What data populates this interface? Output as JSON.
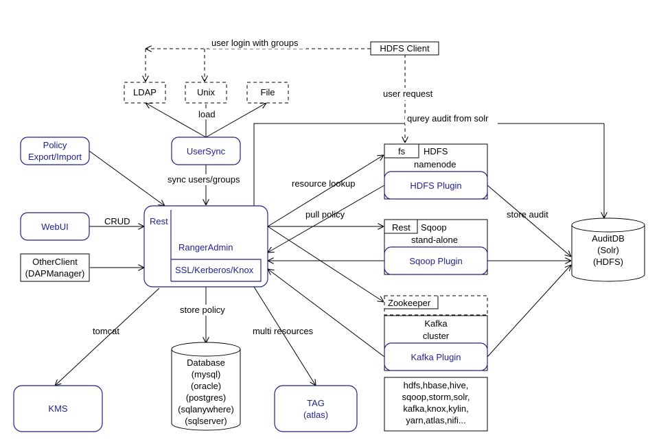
{
  "nodes": {
    "ldap": "LDAP",
    "unix": "Unix",
    "file": "File",
    "hdfs_client": "HDFS Client",
    "usersync": "UserSync",
    "policy_export_line1": "Policy",
    "policy_export_line2": "Export/Import",
    "webui": "WebUI",
    "otherclient_line1": "OtherClient",
    "otherclient_line2": "(DAPManager)",
    "ranger_rest": "Rest",
    "ranger_admin": "RangerAdmin",
    "ranger_security": "SSL/Kerberos/Knox",
    "kms": "KMS",
    "database_lines": [
      "Database",
      "(mysql)",
      "(oracle)",
      "(postgres)",
      "(sqlanywhere)",
      "(sqlserver)"
    ],
    "tag_line1": "TAG",
    "tag_line2": "(atlas)",
    "hdfs_fs": "fs",
    "hdfs_title": "HDFS",
    "hdfs_sub": "namenode",
    "hdfs_plugin": "HDFS Plugin",
    "sqoop_rest": "Rest",
    "sqoop_title": "Sqoop",
    "sqoop_sub": "stand-alone",
    "sqoop_plugin": "Sqoop Plugin",
    "zookeeper": "Zookeeper",
    "kafka_title": "Kafka",
    "kafka_sub": "cluster",
    "kafka_plugin": "Kafka Plugin",
    "services_lines": [
      "hdfs,hbase,hive,",
      "sqoop,storm,solr,",
      "kafka,knox,kylin,",
      "yarn,atlas,nifi..."
    ],
    "auditdb_lines": [
      "AuditDB",
      "(Solr)",
      "(HDFS)"
    ]
  },
  "edges": {
    "user_login": "user login with groups",
    "user_request": "user  request",
    "load": "load",
    "query_audit": "qurey audit from solr",
    "sync_users": "sync users/groups",
    "crud": "CRUD",
    "resource_lookup": "resource lookup",
    "pull_policy": "pull policy",
    "store_audit": "store audit",
    "store_policy": "store  policy",
    "tomcat": "tomcat",
    "multi_resources": "multi resources"
  }
}
